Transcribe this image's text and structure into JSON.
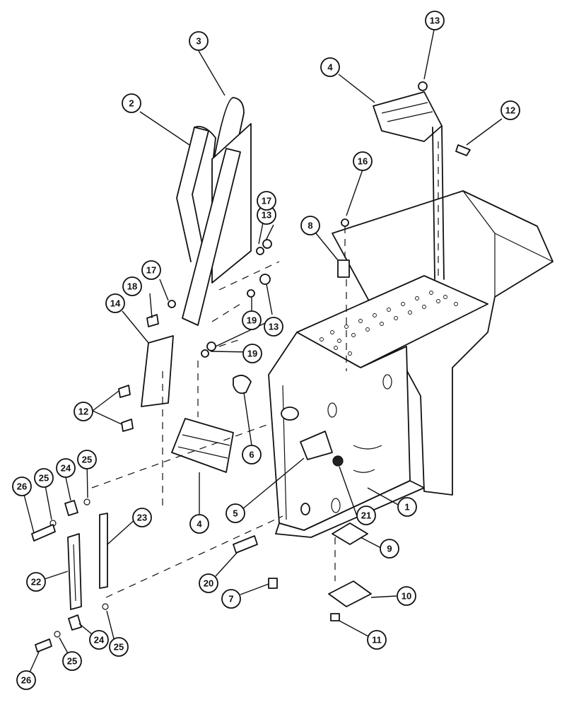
{
  "diagram": {
    "callouts": [
      {
        "id": "c1",
        "label": "1"
      },
      {
        "id": "c2",
        "label": "2"
      },
      {
        "id": "c3",
        "label": "3"
      },
      {
        "id": "c4a",
        "label": "4"
      },
      {
        "id": "c4b",
        "label": "4"
      },
      {
        "id": "c5",
        "label": "5"
      },
      {
        "id": "c6",
        "label": "6"
      },
      {
        "id": "c7",
        "label": "7"
      },
      {
        "id": "c8",
        "label": "8"
      },
      {
        "id": "c9",
        "label": "9"
      },
      {
        "id": "c10",
        "label": "10"
      },
      {
        "id": "c11",
        "label": "11"
      },
      {
        "id": "c12a",
        "label": "12"
      },
      {
        "id": "c12b",
        "label": "12"
      },
      {
        "id": "c13a",
        "label": "13"
      },
      {
        "id": "c13b",
        "label": "13"
      },
      {
        "id": "c13c",
        "label": "13"
      },
      {
        "id": "c14",
        "label": "14"
      },
      {
        "id": "c16",
        "label": "16"
      },
      {
        "id": "c17a",
        "label": "17"
      },
      {
        "id": "c17b",
        "label": "17"
      },
      {
        "id": "c18",
        "label": "18"
      },
      {
        "id": "c19a",
        "label": "19"
      },
      {
        "id": "c19b",
        "label": "19"
      },
      {
        "id": "c20",
        "label": "20"
      },
      {
        "id": "c21",
        "label": "21"
      },
      {
        "id": "c22",
        "label": "22"
      },
      {
        "id": "c23",
        "label": "23"
      },
      {
        "id": "c24a",
        "label": "24"
      },
      {
        "id": "c24b",
        "label": "24"
      },
      {
        "id": "c25a",
        "label": "25"
      },
      {
        "id": "c25b",
        "label": "25"
      },
      {
        "id": "c25c",
        "label": "25"
      },
      {
        "id": "c25d",
        "label": "25"
      },
      {
        "id": "c26a",
        "label": "26"
      },
      {
        "id": "c26b",
        "label": "26"
      }
    ]
  }
}
